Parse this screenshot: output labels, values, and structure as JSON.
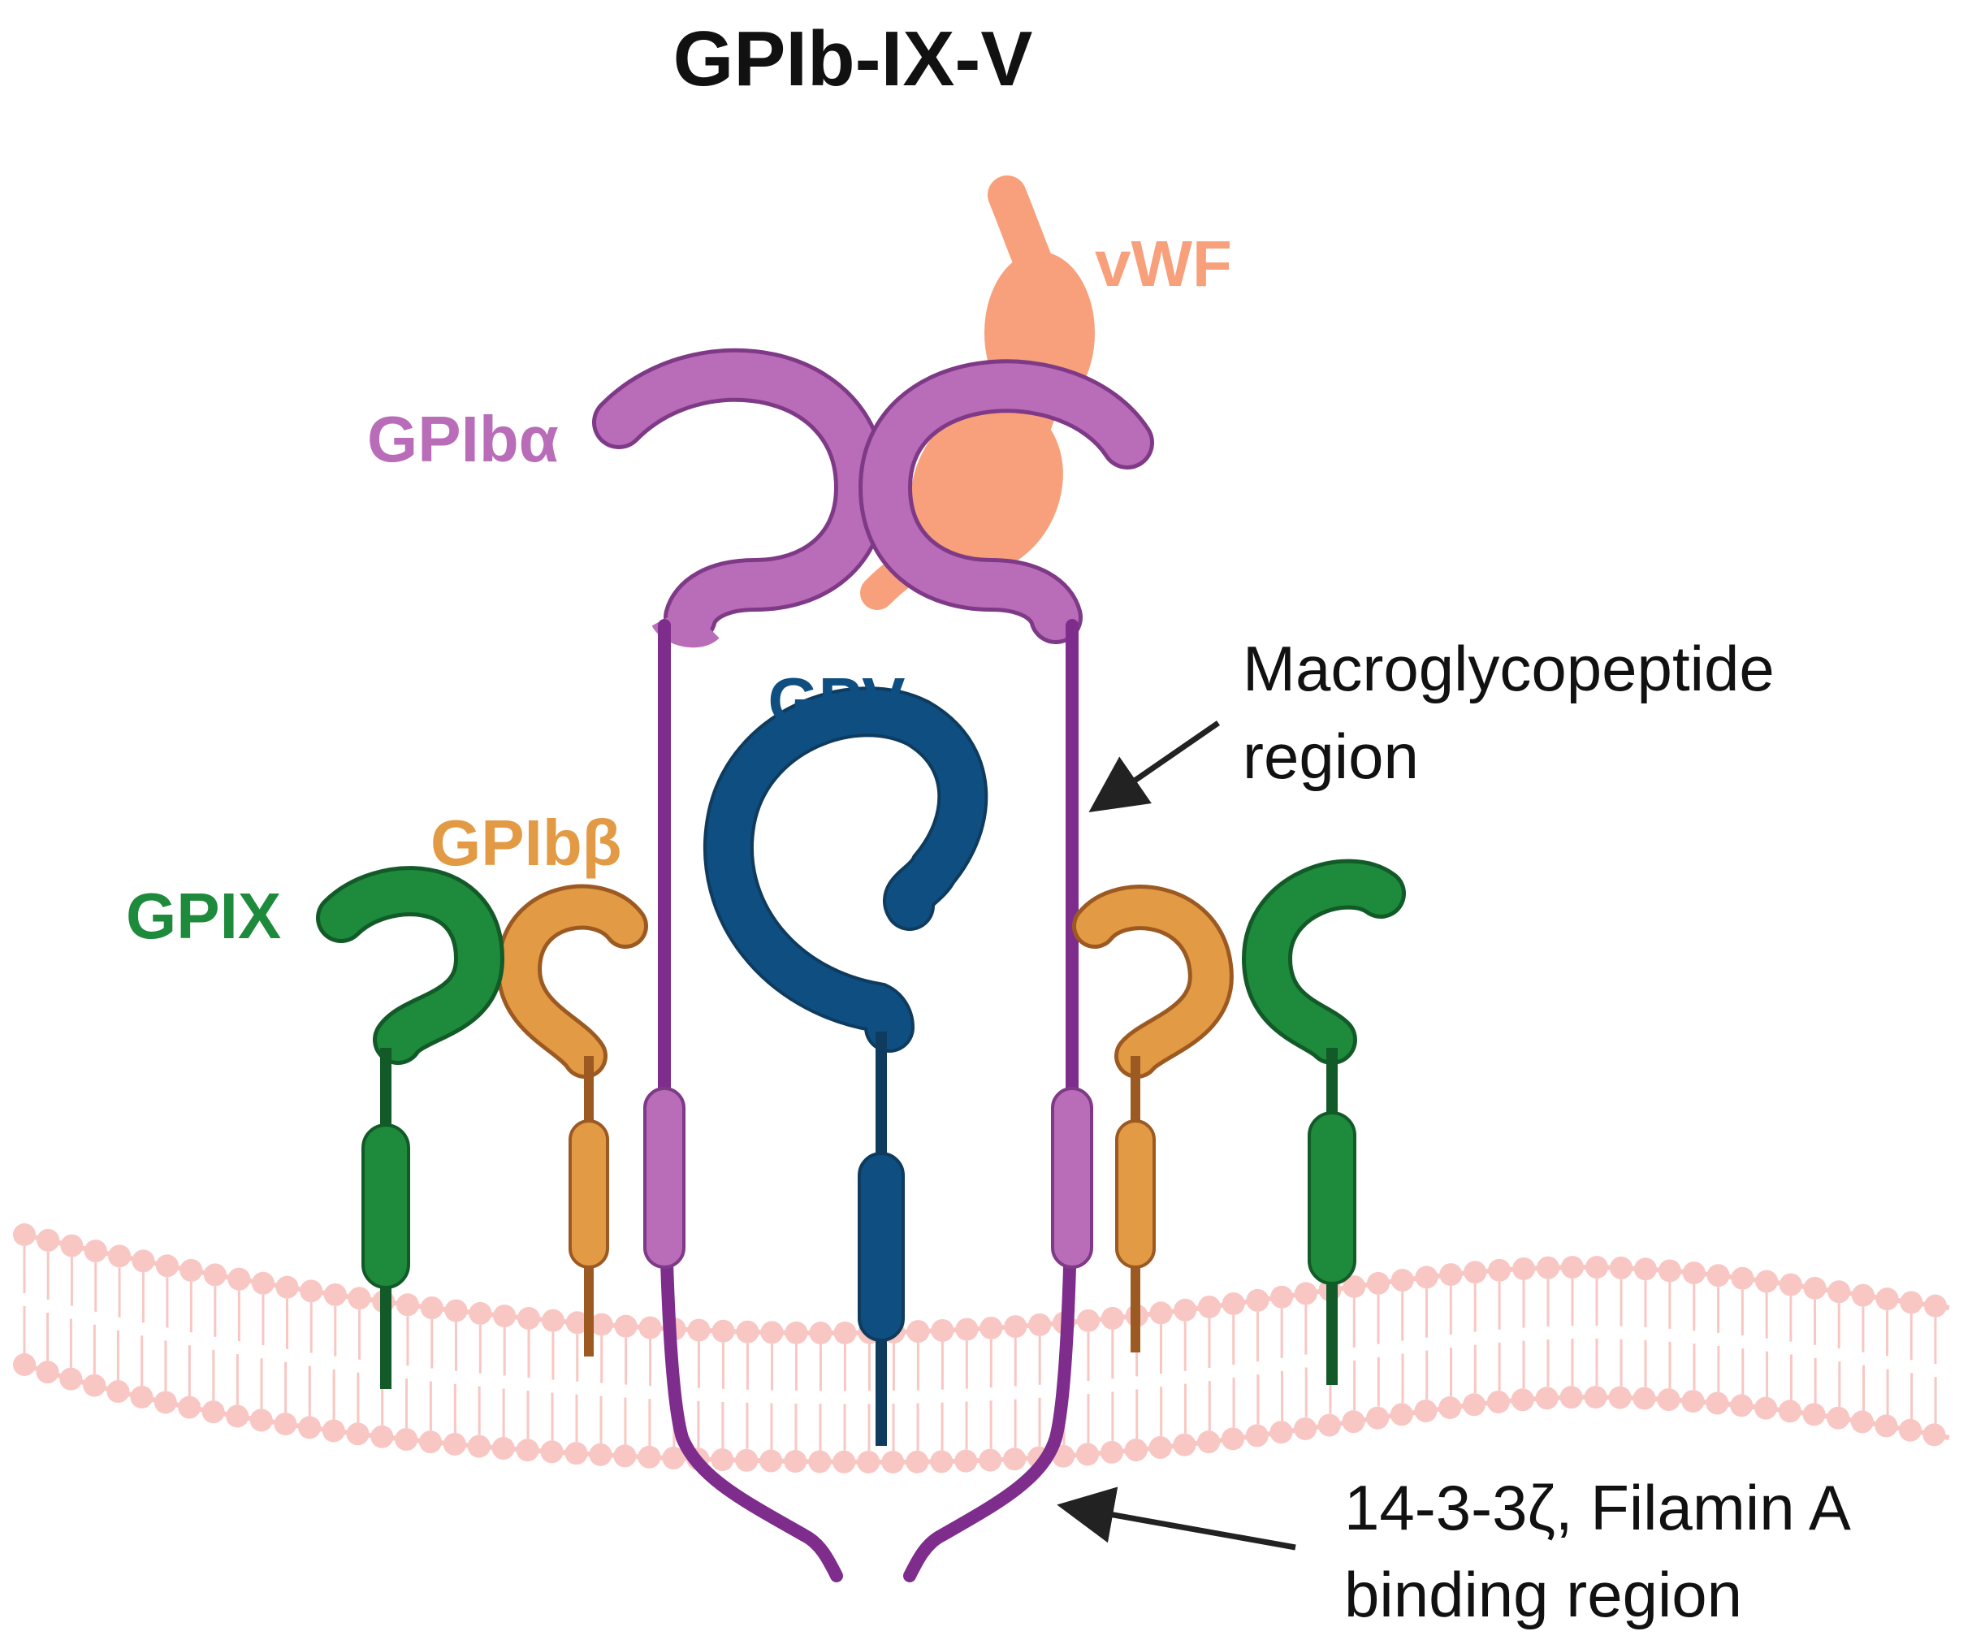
{
  "title": "GPIb-IX-V",
  "labels": {
    "vwf": "vWF",
    "gpiba": "GPIbα",
    "gpv": "GPV",
    "gpibb": "GPIbβ",
    "gpix": "GPIX"
  },
  "annotations": {
    "macro_line1": "Macroglycopeptide",
    "macro_line2": "region",
    "binding_line1": "14-3-3ζ, Filamin A",
    "binding_line2": "binding region"
  },
  "colors": {
    "title": "#111111",
    "vwf": "#F7A07B",
    "gpiba": "#B96CB8",
    "gpiba_stalk": "#7E2D8C",
    "gpv": "#0E4E80",
    "gpv_stalk": "#0E3B5E",
    "gpibb": "#E29A45",
    "gpibb_stalk": "#9C5A22",
    "gpix": "#1D8A3C",
    "gpix_stalk": "#125A27",
    "membrane": "#F8C7C3",
    "arrow": "#222222"
  }
}
